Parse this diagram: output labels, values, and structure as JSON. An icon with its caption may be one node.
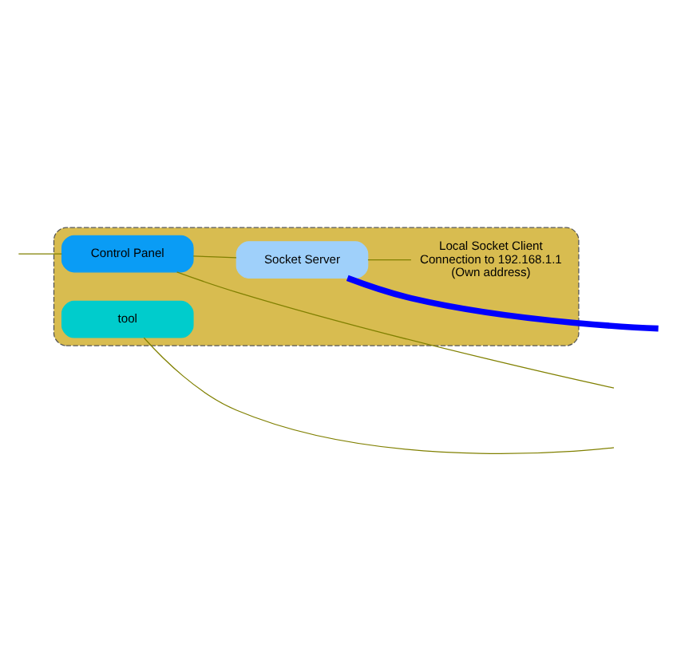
{
  "diagram": {
    "nodes": [
      {
        "text": [],
        "shape": "box"
      },
      {
        "text": [
          "Control Panel"
        ],
        "in": 0
      },
      {
        "text": [
          "Socket Server"
        ],
        "in": 0
      },
      {
        "text": [
          "Local Socket Client Connection to 192.168.1.1 (Own address)"
        ],
        "in": 0
      },
      {
        "text": [
          "tool"
        ],
        "in": 0
      }
    ],
    "edges": [
      {
        "from": null,
        "to": 1,
        "arrow": "none"
      },
      {
        "from": 1,
        "to": 2,
        "arrow": "none"
      },
      {
        "from": 1,
        "to": null,
        "arrow": "none"
      },
      {
        "from": 2,
        "to": null,
        "arrow": "none",
        "style": "thick",
        "color": "#0000ff"
      },
      {
        "from": 2,
        "to": 3,
        "arrow": "none"
      },
      {
        "from": 4,
        "to": null,
        "arrow": "none"
      }
    ]
  }
}
